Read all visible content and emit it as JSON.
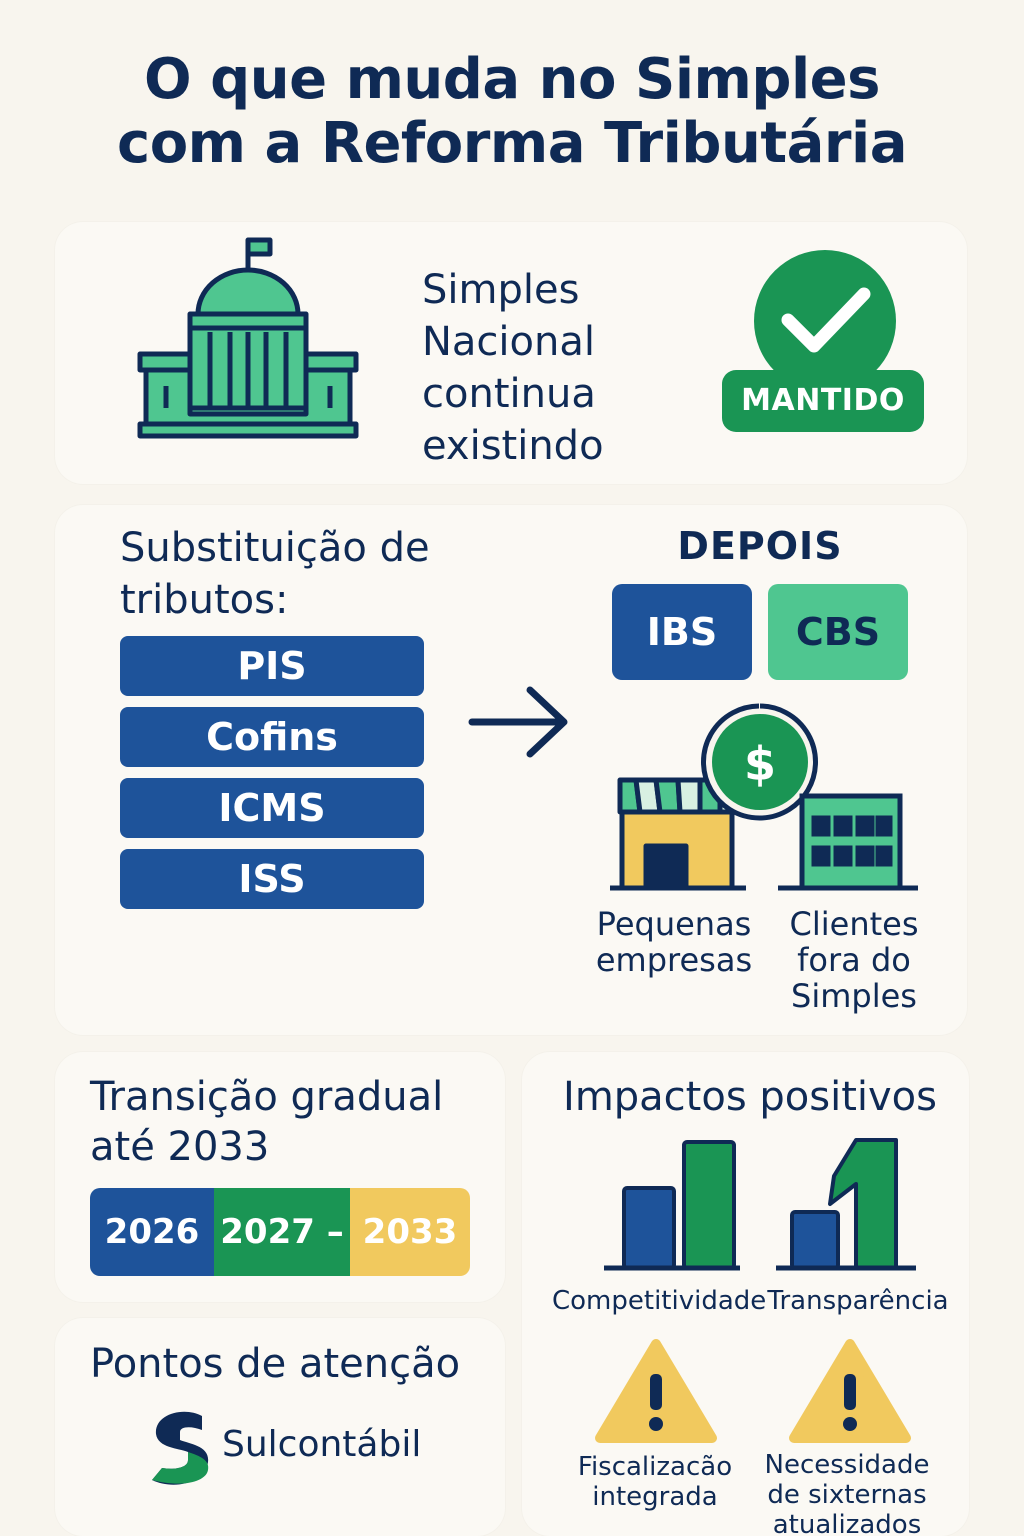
{
  "title": {
    "line1": "O que muda no Simples",
    "line2": "com a Reforma Tributária"
  },
  "section_simples": {
    "text_lines": [
      "Simples",
      "Nacional",
      "continua",
      "existindo"
    ],
    "badge": "MANTIDO",
    "icons": [
      "government-building-icon",
      "checkmark-icon"
    ]
  },
  "section_substituicao": {
    "heading_lines": [
      "Substituição de",
      "tributos:"
    ],
    "taxes_before": [
      "PIS",
      "Cofins",
      "ICMS",
      "ISS"
    ],
    "after_label": "DEPOIS",
    "taxes_after": [
      "IBS",
      "CBS"
    ],
    "entities": [
      {
        "label_lines": [
          "Pequenas",
          "empresas"
        ],
        "icon": "storefront-icon"
      },
      {
        "label_lines": [
          "Clientes",
          "fora do",
          "Simples"
        ],
        "icon": "office-building-icon"
      }
    ]
  },
  "section_transicao": {
    "heading_lines": [
      "Transição gradual",
      "até 2033"
    ],
    "timeline": [
      "2026",
      "2027 –",
      "2033"
    ]
  },
  "section_pontos": {
    "heading": "Pontos de atenção",
    "brand": "Sulcontábil"
  },
  "section_impactos": {
    "heading": "Impactos positivos",
    "items": [
      "Competitividade",
      "Transparência"
    ],
    "attention": [
      {
        "label_lines": [
          "Fiscalizacão",
          "integrada"
        ]
      },
      {
        "label_lines": [
          "Necessidade",
          "de sixternas",
          "atualizados"
        ]
      }
    ]
  },
  "colors": {
    "navy": "#0f2a55",
    "blue": "#1e539a",
    "green": "#1a9554",
    "mint": "#4fc690",
    "yellow": "#f1c95e",
    "background": "#f8f5ee"
  }
}
